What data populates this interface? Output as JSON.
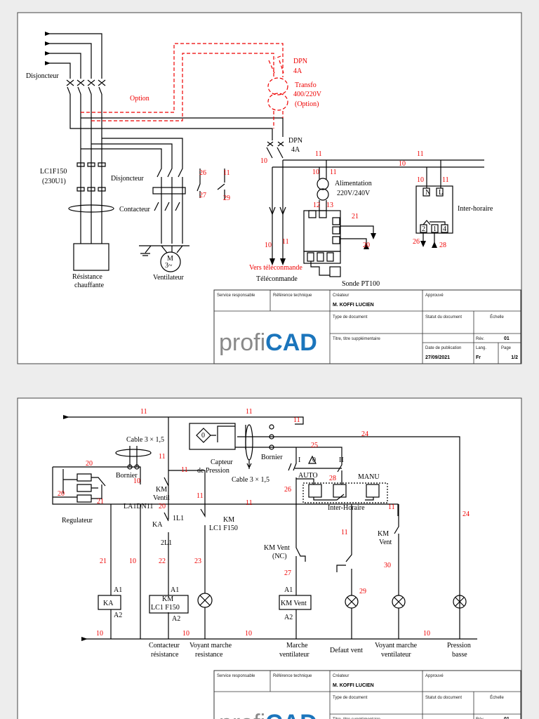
{
  "page1": {
    "black_labels": [
      "Disjoncteur",
      "LC1F150",
      "(230U1)",
      "Disjoncteur",
      "Contacteur",
      "M",
      "3~",
      "Résistance",
      "chauffante",
      "Ventilateur",
      "DPN",
      "4A",
      "Alimentation",
      "220V/240V",
      "Inter-horaire",
      "N",
      "L",
      "2",
      "1",
      "4",
      "Téléconmande",
      "Sonde PT100"
    ],
    "red_labels": [
      "Option",
      "DPN",
      "4A",
      "Transfo",
      "400/220V",
      "(Option)",
      "10",
      "11",
      "11",
      "10",
      "10",
      "11",
      "10",
      "11",
      "12",
      "13",
      "21",
      "20",
      "26",
      "28",
      "26",
      "27",
      "11",
      "29",
      "10",
      "11",
      "Vers téléconmande"
    ]
  },
  "page2": {
    "black_labels": [
      "Cable 3 × 1,5",
      "Bornier",
      "Capteur",
      "de Pression",
      "Cable 3 × 1,5",
      "Bornier",
      "KM",
      "Ventil",
      "LA1DN11",
      "Regulateur",
      "1L1",
      "KA",
      "2L1",
      "KM",
      "LC1 F150",
      "I",
      "0",
      "II",
      "AUTO",
      "MANU",
      "Inter-Horaire",
      "KM Vent",
      "(NC)",
      "KM",
      "Vent",
      "A1",
      "A2",
      "KA",
      "A1",
      "KM",
      "LC1 F150",
      "A2",
      "A1",
      "KM Vent",
      "A2",
      "Contacteur",
      "résistance",
      "Voyant marche",
      "resistance",
      "Marche",
      "ventilateur",
      "Defaut vent",
      "Voyant marche",
      "ventilateur",
      "Pression",
      "basse",
      "0"
    ],
    "red_labels": [
      "11",
      "11",
      "11",
      "24",
      "25",
      "11",
      "20",
      "10",
      "20",
      "21",
      "20",
      "11",
      "11",
      "11",
      "26",
      "28",
      "11",
      "24",
      "11",
      "21",
      "10",
      "22",
      "23",
      "27",
      "30",
      "29",
      "10",
      "10",
      "10",
      "10"
    ]
  },
  "title_block": {
    "service": "Service responsable",
    "reference": "Référence technique",
    "createur_label": "Créateur",
    "createur": "M. KOFFI LUCIEN",
    "approuve": "Approuvé",
    "type_doc": "Type de document",
    "statut": "Statut du document",
    "echelle": "Échelle",
    "titre": "Titre, titre supplémentaire",
    "rev_label": "Rév.",
    "rev": "01",
    "date_label": "Date de publication",
    "date": "27/09/2021",
    "lang_label": "Lang.",
    "lang": "Fr",
    "page_label": "Page",
    "page": "1/2",
    "logo": "profiCAD"
  },
  "colors": {
    "wire": "#000000",
    "option_wire": "#e00000",
    "wire_number": "#e00000",
    "logo_blue": "#1b75bc",
    "logo_gray": "#8a8a8a"
  }
}
